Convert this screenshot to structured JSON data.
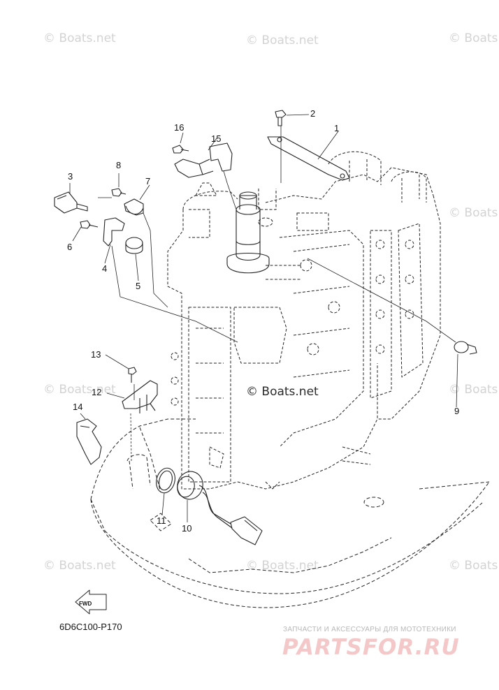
{
  "watermark_text": "© Boats.net",
  "diagram_code": "6D6C100-P170",
  "fwd_label": "FWD",
  "shop": {
    "tagline": "ЗАПЧАСТИ И АКСЕССУАРЫ ДЛЯ МОТОТЕХНИКИ",
    "logo": "PARTSFOR.RU"
  },
  "callouts": [
    "1",
    "2",
    "3",
    "4",
    "5",
    "6",
    "7",
    "8",
    "9",
    "10",
    "11",
    "12",
    "13",
    "14",
    "15",
    "16"
  ],
  "colors": {
    "line": "#222222",
    "watermark": "#d3d3d3",
    "logo": "#f4c8c8"
  }
}
